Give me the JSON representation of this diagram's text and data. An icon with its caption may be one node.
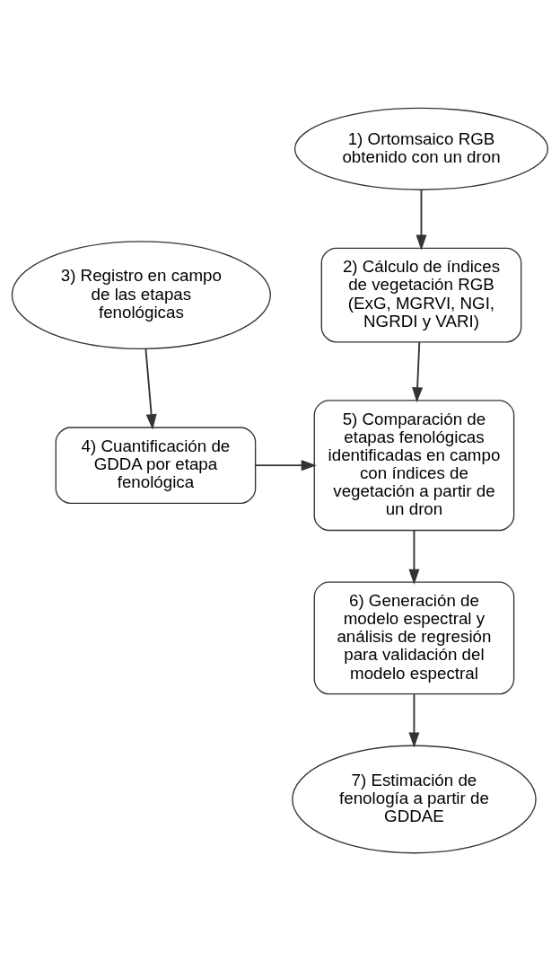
{
  "diagram": {
    "nodes": [
      {
        "text": [
          "1) Ortomsaico RGB obtenido con un dron"
        ]
      },
      {
        "text": [
          "2) Cálculo de índices de vegetación RGB (ExG, MGRVI, NGI, NGRDI y VARI)"
        ]
      },
      {
        "text": [
          "3) Registro en campo de las etapas fenológicas"
        ]
      },
      {
        "text": [
          "4) Cuantificación de GDDA por etapa fenológica"
        ]
      },
      {
        "text": [
          "5) Comparación de etapas fenológicas identificadas en campo con índices de vegetación a partir de un dron"
        ]
      },
      {
        "text": [
          "6) Generación de modelo espectral y análisis de regresión para validación del modelo espectral"
        ]
      },
      {
        "text": [
          "7) Estimación de fenología a partir de GDDAE"
        ]
      }
    ],
    "edges": [
      {
        "from": 0,
        "to": 1,
        "arrow": "to"
      },
      {
        "from": 1,
        "to": 4,
        "arrow": "to"
      },
      {
        "from": 2,
        "to": 3,
        "arrow": "to"
      },
      {
        "from": 3,
        "to": 4,
        "arrow": "to"
      },
      {
        "from": 4,
        "to": 5,
        "arrow": "to"
      },
      {
        "from": 5,
        "to": 6,
        "arrow": "to"
      }
    ]
  }
}
